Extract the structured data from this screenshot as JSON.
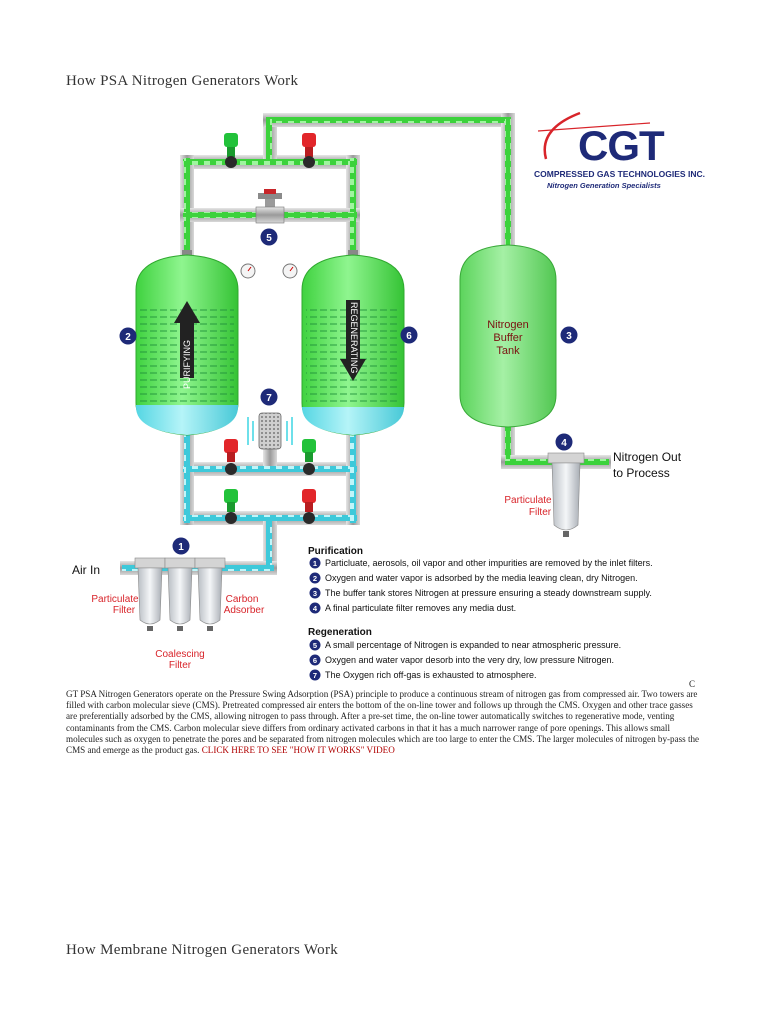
{
  "page": {
    "title": "How PSA Nitrogen Generators Work",
    "title2": "How Membrane Nitrogen Generators Work",
    "stray_char": "C"
  },
  "logo": {
    "mark": "CGT",
    "company": "COMPRESSED GAS TECHNOLOGIES INC.",
    "tagline": "Nitrogen Generation Specialists"
  },
  "diagram": {
    "labels": {
      "air_in": "Air In",
      "particulate_filter_1": "Particulate",
      "particulate_filter_2": "Filter",
      "carbon_adsorber_1": "Carbon",
      "carbon_adsorber_2": "Adsorber",
      "coalescing_filter_1": "Coalescing",
      "coalescing_filter_2": "Filter",
      "buffer_tank_1": "Nitrogen",
      "buffer_tank_2": "Buffer",
      "buffer_tank_3": "Tank",
      "nitrogen_out_1": "Nitrogen Out",
      "nitrogen_out_2": "to Process",
      "out_filter_1": "Particulate",
      "out_filter_2": "Filter",
      "purifying": "PURIFYING",
      "regenerating": "REGENERATING"
    },
    "badges": [
      "1",
      "2",
      "3",
      "4",
      "5",
      "6",
      "7"
    ],
    "legend": {
      "purification_heading": "Purification",
      "purification_items": [
        {
          "num": "1",
          "text": "Particluate, aerosols, oil vapor and other impurities are removed by the inlet filters."
        },
        {
          "num": "2",
          "text": "Oxygen and water vapor is adsorbed by the media leaving clean, dry Nitrogen."
        },
        {
          "num": "3",
          "text": "The buffer tank stores Nitrogen at pressure ensuring a steady downstream supply."
        },
        {
          "num": "4",
          "text": "A final particulate filter removes any media dust."
        }
      ],
      "regeneration_heading": "Regeneration",
      "regeneration_items": [
        {
          "num": "5",
          "text": "A small percentage of Nitrogen is expanded to near atmospheric pressure."
        },
        {
          "num": "6",
          "text": "Oxygen and water vapor desorb into the very dry, low pressure Nitrogen."
        },
        {
          "num": "7",
          "text": "The Oxygen rich off-gas is exhausted to atmosphere."
        }
      ]
    }
  },
  "body": {
    "paragraph": "GT PSA Nitrogen Generators operate on the Pressure Swing Adsorption (PSA) principle to produce a continuous stream of nitrogen gas from compressed air. Two towers are filled with carbon molecular sieve (CMS). Pretreated compressed air enters the bottom of the on-line tower and follows up through the CMS. Oxygen and other trace gasses are preferentially adsorbed by the CMS, allowing nitrogen to pass through. After a pre-set time, the on-line tower automatically switches to regenerative mode, venting contaminants from the CMS. Carbon molecular sieve differs from ordinary activated carbons in that it has a much narrower range of pore openings. This allows small molecules such as oxygen to penetrate the pores and be separated from nitrogen molecules which are too large to enter the CMS. The larger molecules of nitrogen by-pass the CMS and emerge as the product gas.",
    "link": "CLICK HERE TO SEE \"HOW IT WORKS\" VIDEO"
  },
  "colors": {
    "tank_green": "#5ee65e",
    "water_cyan": "#7fe6ee",
    "badge_blue": "#1e2a78",
    "label_red": "#d8242a",
    "link_red": "#b00000",
    "valve_green": "#22c23a",
    "valve_red": "#e2262a"
  }
}
